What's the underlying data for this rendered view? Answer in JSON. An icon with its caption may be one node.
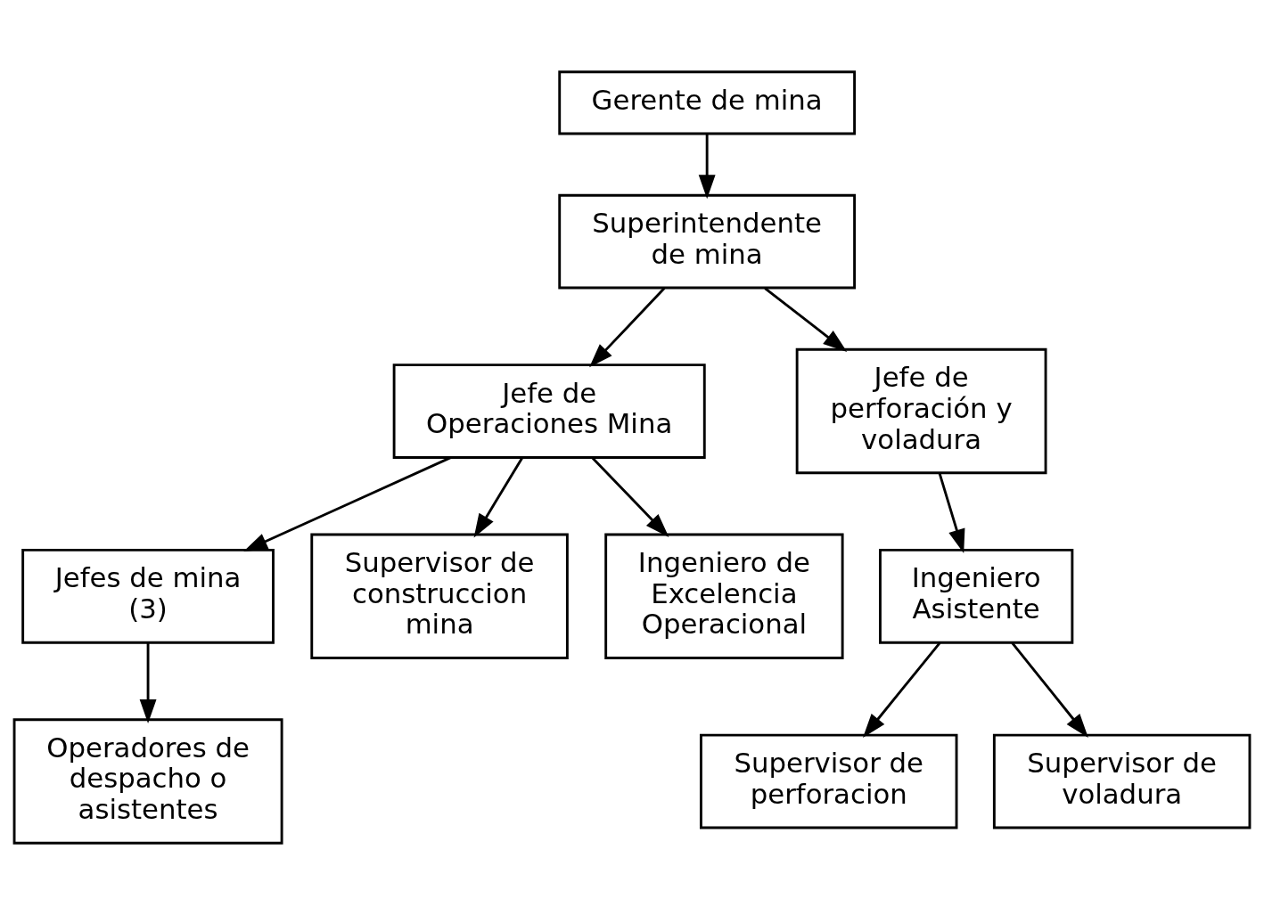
{
  "diagram": {
    "nodes": [
      {
        "text": [
          "Gerente de mina"
        ]
      },
      {
        "text": [
          "Superintendente de mina"
        ]
      },
      {
        "text": [
          "Jefe de Operaciones Mina"
        ]
      },
      {
        "text": [
          "Jefe de perforación y voladura"
        ]
      },
      {
        "text": [
          "Jefes de mina (3)"
        ]
      },
      {
        "text": [
          "Supervisor de construccion mina"
        ]
      },
      {
        "text": [
          "Ingeniero de Excelencia Operacional"
        ]
      },
      {
        "text": [
          "Operadores de despacho o asistentes"
        ]
      },
      {
        "text": [
          "Ingeniero Asistente"
        ]
      },
      {
        "text": [
          "Supervisor de perforacion"
        ]
      },
      {
        "text": [
          "Supervisor de voladura"
        ]
      }
    ],
    "edges": [
      {
        "from": 0,
        "to": 1,
        "arrow": "to"
      },
      {
        "from": 1,
        "to": 2,
        "arrow": "to"
      },
      {
        "from": 1,
        "to": 3,
        "arrow": "to"
      },
      {
        "from": 2,
        "to": 4,
        "arrow": "to"
      },
      {
        "from": 2,
        "to": 5,
        "arrow": "to"
      },
      {
        "from": 2,
        "to": 6,
        "arrow": "to"
      },
      {
        "from": 4,
        "to": 7,
        "arrow": "to"
      },
      {
        "from": 3,
        "to": 8,
        "arrow": "to"
      },
      {
        "from": 8,
        "to": 9,
        "arrow": "to"
      },
      {
        "from": 8,
        "to": 10,
        "arrow": "to"
      }
    ]
  }
}
